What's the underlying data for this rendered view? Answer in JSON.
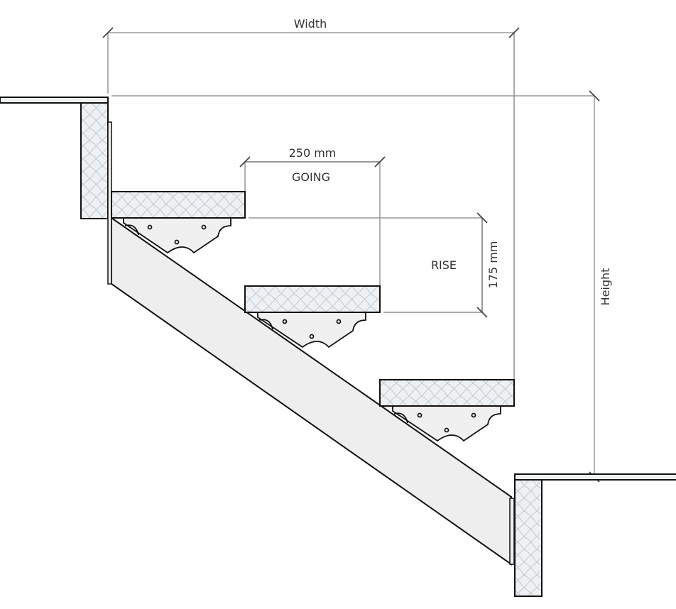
{
  "diagram": {
    "title": "Staircase cross-section",
    "labels": {
      "width": "Width",
      "height": "Height",
      "going_value": "250 mm",
      "going_label": "GOING",
      "rise_value": "175 mm",
      "rise_label": "RISE"
    },
    "components": {
      "treads": 3,
      "brackets": 3,
      "stringer": 1,
      "upper_floor": 1,
      "lower_floor": 1
    },
    "colors": {
      "outline": "#111111",
      "dimension_line": "#999999",
      "dimension_tick": "#444444",
      "hatch_fill": "#eef1f4",
      "hatch_line": "#c4c8cc",
      "stringer_fill": "#eeeeee",
      "bracket_fill": "#f0f0f0",
      "text": "#333333"
    }
  }
}
